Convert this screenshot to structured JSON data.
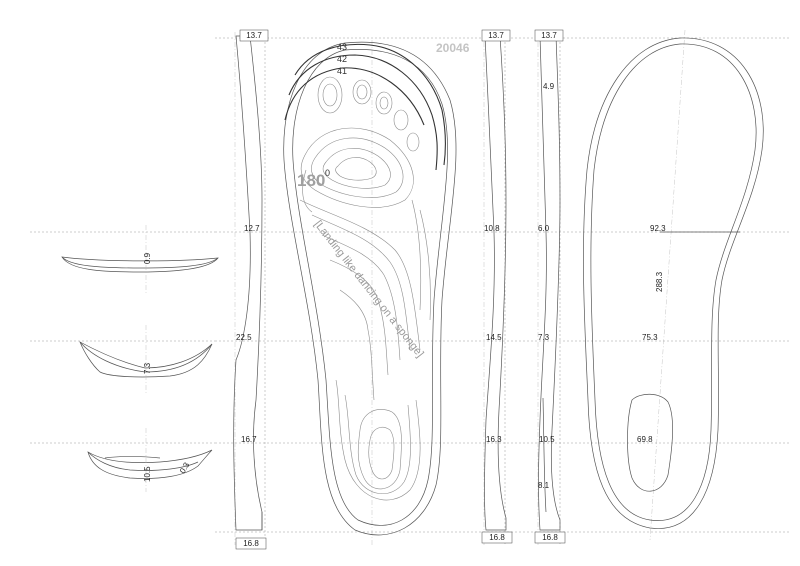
{
  "drawing": {
    "model_code": "20046",
    "heel_angle": "180",
    "angle_mark": "0",
    "sizes": [
      "43",
      "42",
      "41"
    ],
    "slogan": "[Landing like dancing on a sponge]"
  },
  "side_profile": {
    "dims": [
      "13.7",
      "12.7",
      "22.5",
      "16.7",
      "16.8"
    ]
  },
  "profile_middle": {
    "dims": [
      "13.7",
      "10.8",
      "14.5",
      "16.3",
      "16.8"
    ]
  },
  "profile_right": {
    "dims": [
      "13.7",
      "4.9",
      "6.0",
      "7.3",
      "10.5",
      "8.1",
      "16.8"
    ]
  },
  "outline_view": {
    "widths": [
      "92.3",
      "75.3",
      "69.8"
    ],
    "length": "288.3"
  },
  "cross_sections": {
    "forefoot": "0.9",
    "arch": "7.3",
    "heel_a": "10.5",
    "heel_b": "0.3"
  }
}
